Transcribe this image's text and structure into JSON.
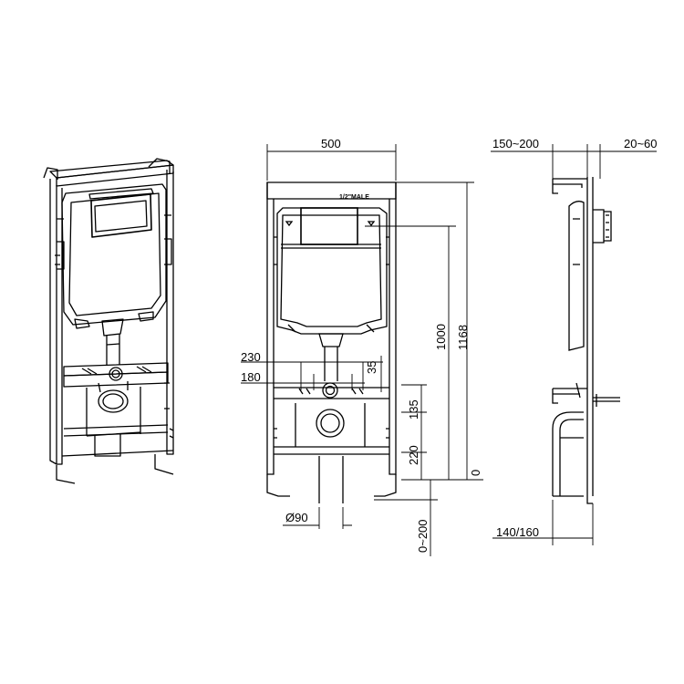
{
  "front_view": {
    "width_label": "500",
    "valve_note": "1/2\"MALE",
    "dim_230": "230",
    "dim_180": "180",
    "dim_35": "35",
    "dim_135": "135",
    "dim_220": "220",
    "dim_0": "0",
    "dim_1000": "1000",
    "dim_1168": "1168",
    "pipe_dia_label": "Ø90",
    "height_adjust_label": "0~200"
  },
  "side_view": {
    "depth_top_label": "150~200",
    "wall_gap_label": "20~60",
    "depth_bottom_label": "140/160"
  }
}
